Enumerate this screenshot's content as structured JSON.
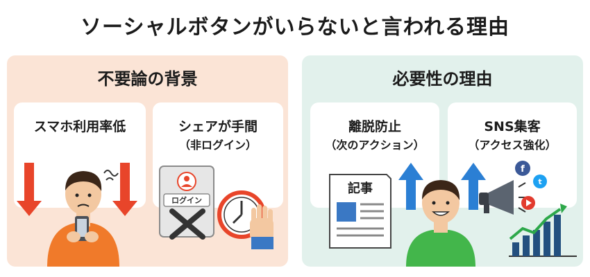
{
  "title": "ソーシャルボタンがいらないと言われる理由",
  "left_panel": {
    "heading": "不要論の背景",
    "cards": [
      {
        "line1": "スマホ利用率低",
        "line2": ""
      },
      {
        "line1": "シェアが手間",
        "line2": "（非ログイン）"
      }
    ],
    "login_label": "ログイン"
  },
  "right_panel": {
    "heading": "必要性の理由",
    "cards": [
      {
        "line1": "離脱防止",
        "line2": "（次のアクション）"
      },
      {
        "line1": "SNS集客",
        "line2": "（アクセス強化）"
      }
    ],
    "article_label": "記事",
    "social_glyphs": {
      "facebook": "f",
      "twitter": "t"
    }
  },
  "colors": {
    "left_panel_bg": "#fbe4d6",
    "right_panel_bg": "#e2f1ec",
    "down_arrow": "#e8452a",
    "up_arrow": "#2b7fd4",
    "shirt_orange": "#f07a2a",
    "shirt_green": "#43b64b",
    "chart_navy": "#23507f",
    "chart_green": "#2da84a"
  }
}
